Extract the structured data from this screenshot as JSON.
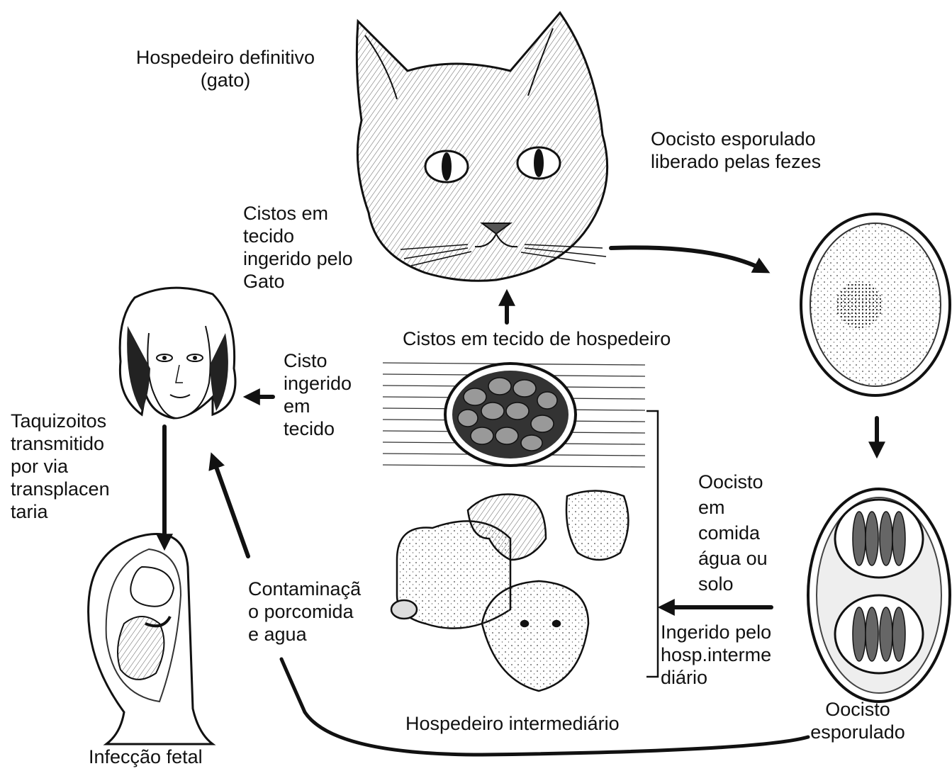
{
  "labels": {
    "definitive_host": [
      "Hospedeiro definitivo",
      "(gato)"
    ],
    "oocyst_feces": [
      "Oocisto esporulado",
      "liberado pelas fezes"
    ],
    "cysts_ingested_cat": [
      "Cistos em",
      "tecido",
      "ingerido pelo",
      "Gato"
    ],
    "host_tissue_cysts": "Cistos em tecido de hospedeiro",
    "cyst_ingested_tissue": [
      "Cisto",
      "ingerido",
      "em",
      "tecido"
    ],
    "tachyzoites": [
      "Taquizoitos",
      "transmitido",
      "por via",
      "transplacen",
      "taria"
    ],
    "oocyst_food": [
      "Oocisto",
      "em",
      "comida",
      "água ou",
      "solo"
    ],
    "contamination": [
      "Contaminaçã",
      "o porcomida",
      "e agua"
    ],
    "ingested_intermediate": [
      "Ingerido pelo",
      "hosp.interme",
      "diário"
    ],
    "intermediate_host": "Hospedeiro intermediário",
    "sporulated_oocyst": [
      "Oocisto",
      "esporulado"
    ],
    "fetal_infection": "Infecção fetal"
  },
  "icons": [
    "cat-head-icon",
    "woman-face-icon",
    "fetus-icon",
    "tissue-cyst-icon",
    "animals-icon",
    "oocyst-icon",
    "sporulated-oocyst-icon"
  ],
  "colors": {
    "ink": "#111111",
    "background": "#ffffff",
    "oocyst_fill": "#eeeeee"
  }
}
